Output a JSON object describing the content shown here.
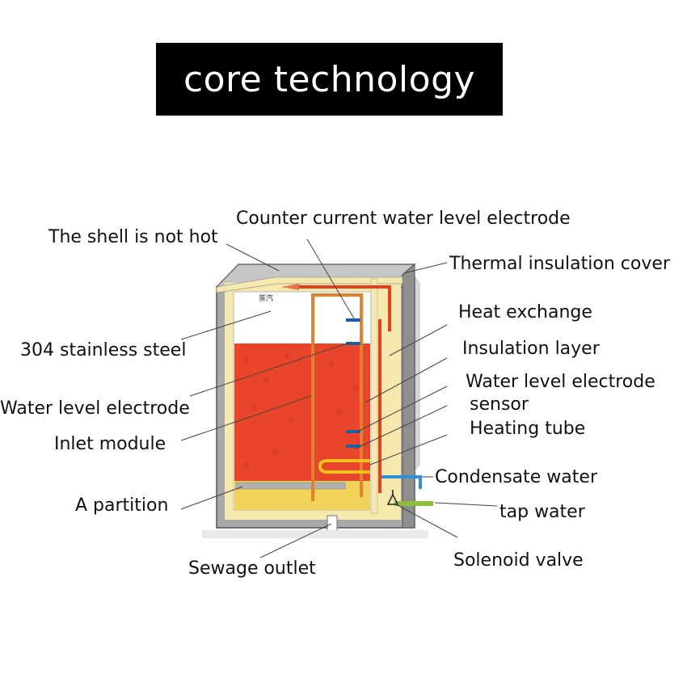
{
  "title": "core technology",
  "colors": {
    "water": "#e8452b",
    "shell": "#b9b9b9",
    "insulation": "#f4e6a8",
    "hot_pipe": "#e2401f",
    "cold_pipe": "#2f8fd8",
    "tap_pipe": "#8fbf3a"
  },
  "labels": {
    "counter_current": "Counter current water level electrode",
    "shell_not_hot": "The shell is not hot",
    "thermal_cover": "Thermal insulation cover",
    "heat_exchange": "Heat exchange",
    "stainless": "304 stainless steel",
    "insulation_layer": "Insulation layer",
    "wl_sensor_line1": "Water level electrode",
    "wl_sensor_line2": "sensor",
    "water_level_electrode": "Water level electrode",
    "heating_tube": "Heating tube",
    "inlet_module": "Inlet module",
    "condensate": "Condensate water",
    "partition": "A partition",
    "tap_water": "tap water",
    "solenoid": "Solenoid valve",
    "sewage": "Sewage outlet",
    "steam_mark": "蒸汽"
  }
}
